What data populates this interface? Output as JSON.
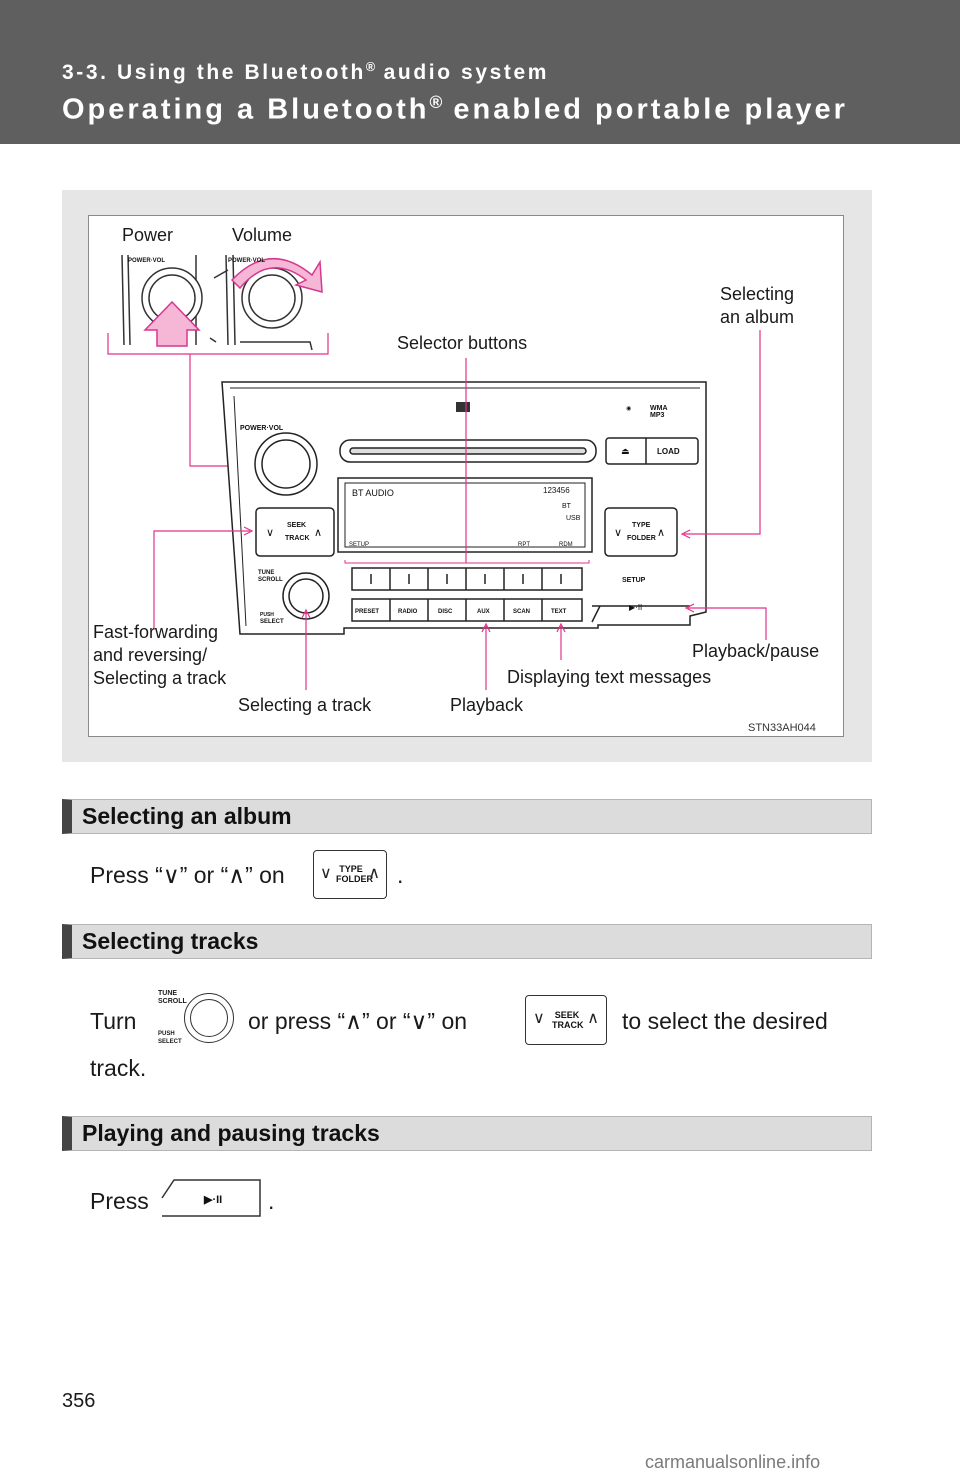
{
  "header": {
    "section_prefix": "3-3. Using the Bluetooth",
    "section_suffix": " audio system",
    "title_prefix": "Operating a Bluetooth",
    "title_suffix": " enabled portable player",
    "registered": "®"
  },
  "figure": {
    "code": "STN33AH044",
    "callouts": {
      "power": "Power",
      "volume": "Volume",
      "selecting_album": "Selecting\nan album",
      "selector_buttons": "Selector buttons",
      "fast_forward": "Fast-forwarding\nand reversing/\nSelecting a track",
      "playback_pause": "Playback/pause",
      "displaying_text": "Displaying text messages",
      "selecting_track": "Selecting a track",
      "playback": "Playback"
    },
    "unit": {
      "power_vol": "POWER·VOL",
      "load": "LOAD",
      "display_line": "BT  AUDIO",
      "setup_small": "SETUP",
      "rpt": "RPT",
      "rdm": "RDM",
      "seek": "SEEK",
      "track": "TRACK",
      "type": "TYPE",
      "folder": "FOLDER",
      "tune": "TUNE",
      "scroll": "SCROLL",
      "push": "PUSH",
      "select": "SELECT",
      "setup": "SETUP",
      "preset": "PRESET",
      "radio": "RADIO",
      "disc": "DISC",
      "aux": "AUX",
      "scan": "SCAN",
      "text": "TEXT",
      "wma": "WMA",
      "mp3": "MP3",
      "bt": "BT",
      "usb": "USB",
      "presets": "123456"
    }
  },
  "sections": [
    {
      "heading": "Selecting an album",
      "text_a": "Press “",
      "down": "∨",
      "text_b": "” or “",
      "up": "∧",
      "text_c": "” on",
      "text_d": "."
    },
    {
      "heading": "Selecting tracks",
      "text_a": "Turn",
      "text_b": "or  press  “",
      "up": "∧",
      "text_c": "”  or  “",
      "down": "∨",
      "text_d": "”  on",
      "text_e": "to  select  the  desired",
      "text_f": "track."
    },
    {
      "heading": "Playing and pausing tracks",
      "text_a": "Press",
      "text_b": "."
    }
  ],
  "page_number": "356",
  "watermark": "carmanualsonline.info"
}
